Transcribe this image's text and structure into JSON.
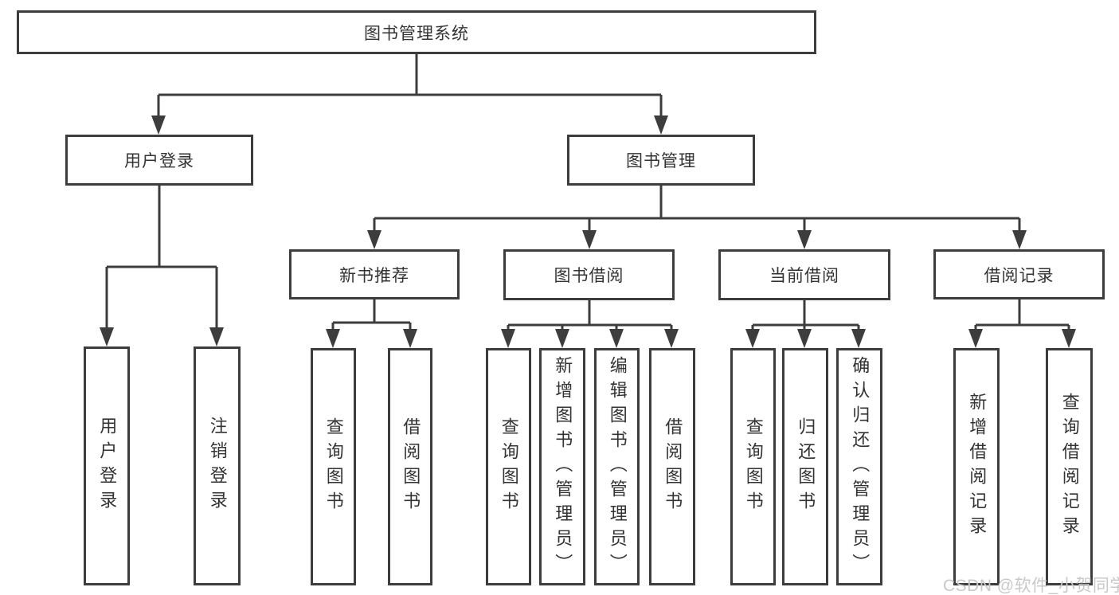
{
  "colors": {
    "line": "#3d3d3d",
    "text": "#333333",
    "watermark": "#c9c9c9",
    "background": "#ffffff"
  },
  "tree": {
    "root": {
      "label": "图书管理系统",
      "children": [
        {
          "label": "用户登录",
          "children": [
            {
              "label": "用户登录"
            },
            {
              "label": "注销登录"
            }
          ]
        },
        {
          "label": "图书管理",
          "children": [
            {
              "label": "新书推荐",
              "children": [
                {
                  "label": "查询图书"
                },
                {
                  "label": "借阅图书"
                }
              ]
            },
            {
              "label": "图书借阅",
              "children": [
                {
                  "label": "查询图书"
                },
                {
                  "label": "新增图书（管理员）"
                },
                {
                  "label": "编辑图书（管理员）"
                },
                {
                  "label": "借阅图书"
                }
              ]
            },
            {
              "label": "当前借阅",
              "children": [
                {
                  "label": "查询图书"
                },
                {
                  "label": "归还图书"
                },
                {
                  "label": "确认归还（管理员）"
                }
              ]
            },
            {
              "label": "借阅记录",
              "children": [
                {
                  "label": "新增借阅记录"
                },
                {
                  "label": "查询借阅记录"
                }
              ]
            }
          ]
        }
      ]
    }
  },
  "watermark": {
    "text": "CSDN @软件_小贺同学"
  }
}
